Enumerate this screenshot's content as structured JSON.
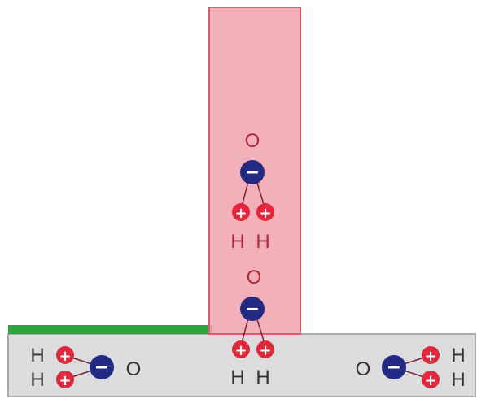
{
  "colors": {
    "column_fill": "#f0a2ad",
    "column_stroke": "#d8606e",
    "base_fill": "#dcdcde",
    "base_stroke": "#a9a9ae",
    "green_strip": "#2aa53a",
    "oxygen": "#232a84",
    "hydrogen": "#e0283c",
    "bond": "#7a2030",
    "label_red": "#b0283a",
    "label_dark": "#333333"
  },
  "molecules": {
    "column_upper": {
      "oxygen_label": "O",
      "oxygen_charge": "−",
      "hydrogen_charge": "+",
      "hydrogen_labels": [
        "H",
        "H"
      ]
    },
    "column_lower": {
      "oxygen_label": "O",
      "oxygen_charge": "−",
      "hydrogen_charge": "+",
      "hydrogen_labels": [
        "H",
        "H"
      ]
    },
    "base_left": {
      "oxygen_label": "O",
      "oxygen_charge": "−",
      "hydrogen_charge": "+",
      "hydrogen_labels": [
        "H",
        "H"
      ]
    },
    "base_right": {
      "oxygen_label": "O",
      "oxygen_charge": "−",
      "hydrogen_charge": "+",
      "hydrogen_labels": [
        "H",
        "H"
      ]
    }
  }
}
